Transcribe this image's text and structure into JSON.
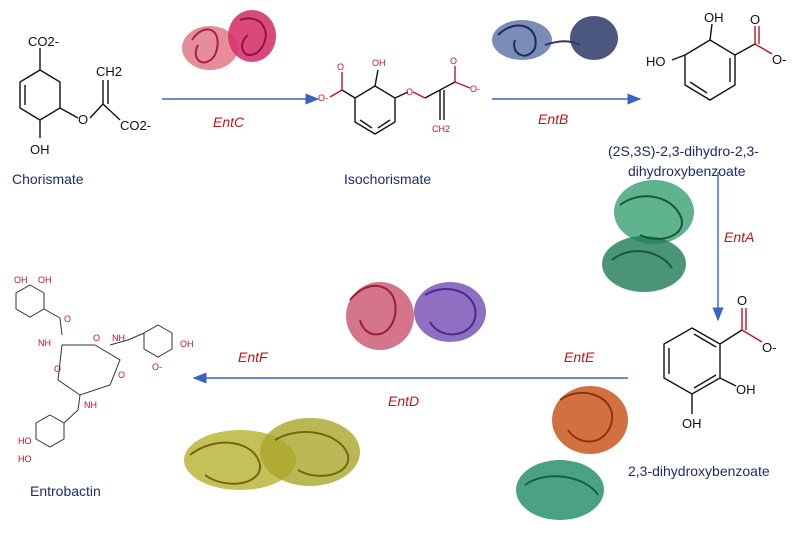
{
  "compounds": {
    "chorismate": "Chorismate",
    "isochorismate": "Isochorismate",
    "dihydro_line1": "(2S,3S)-2,3-dihydro-2,3-",
    "dihydro_line2": "dihydroxybenzoate",
    "dhb": "2,3-dihydroxybenzoate",
    "entrobactin": "Entrobactin"
  },
  "enzymes": {
    "entC": "EntC",
    "entB": "EntB",
    "entA": "EntA",
    "entE": "EntE",
    "entF": "EntF",
    "entD": "EntD"
  },
  "atoms": {
    "co2_top": "CO2-",
    "co2_side": "CO2-",
    "oh": "OH",
    "ch2": "CH2",
    "o": "O",
    "o_minus": "O-",
    "ho": "HO",
    "oh_small": "OH",
    "ho_small": "HO",
    "o_small": "O",
    "nh_small": "NH"
  },
  "colors": {
    "arrow": "#3a63c4",
    "enzyme_label": "#c0141c",
    "compound_label": "#1f2a6b",
    "entC_protein": "#d6356e",
    "entB_protein": "#2b3a6b",
    "entA_protein": "#1e7b55",
    "entE_protein": "#8a2a8f",
    "entD_protein": "#a9a52a",
    "entF_protein": "#c9581e"
  }
}
